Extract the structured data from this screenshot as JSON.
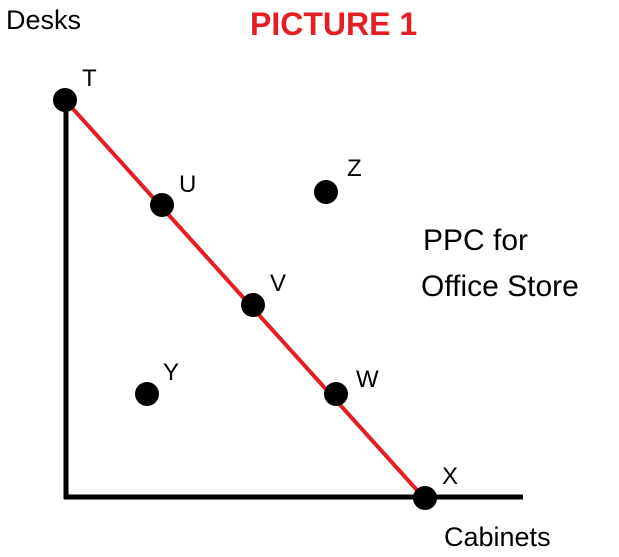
{
  "title": "PICTURE 1",
  "y_axis_label": "Desks",
  "x_axis_label": "Cabinets",
  "note_lines": [
    "PPC for",
    "Office Store"
  ],
  "colors": {
    "title": "#e31e24",
    "ppc_line": "#e31e24",
    "axes": "#000000",
    "points": "#000000"
  },
  "points": [
    {
      "label": "T",
      "on_ppc": true
    },
    {
      "label": "U",
      "on_ppc": true
    },
    {
      "label": "V",
      "on_ppc": true
    },
    {
      "label": "W",
      "on_ppc": true
    },
    {
      "label": "X",
      "on_ppc": true
    },
    {
      "label": "Y",
      "on_ppc": false
    },
    {
      "label": "Z",
      "on_ppc": false
    }
  ]
}
